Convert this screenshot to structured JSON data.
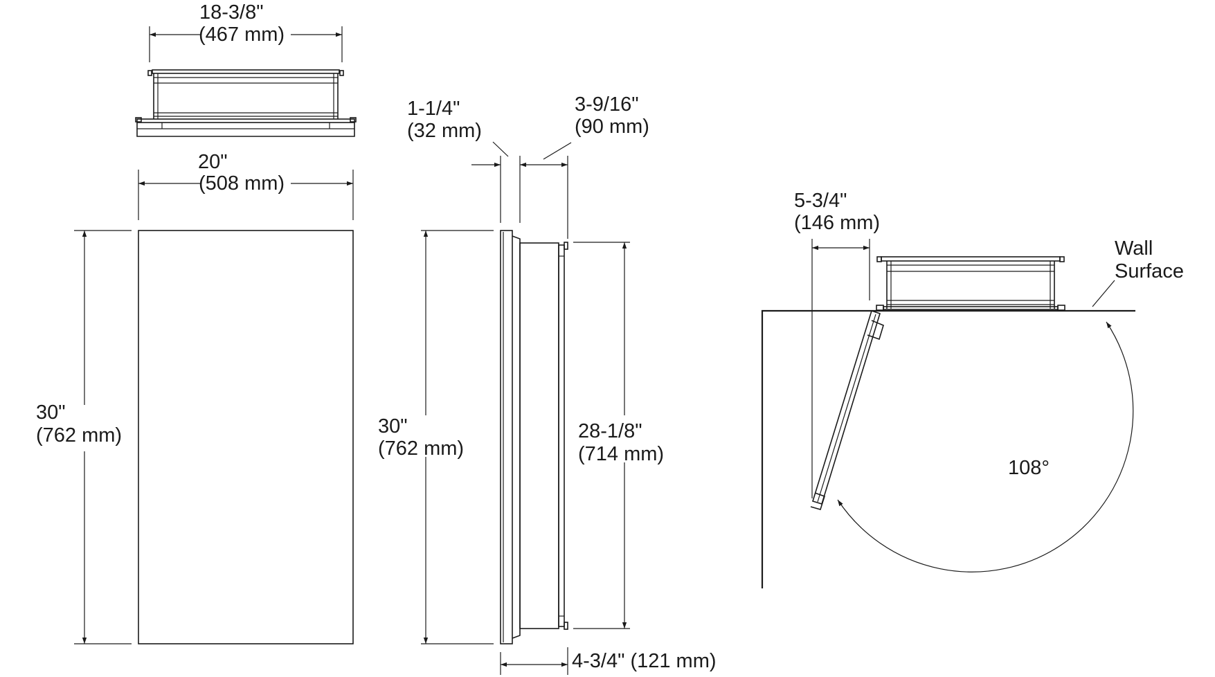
{
  "labels": {
    "top_width_in": "18-3/8\"",
    "top_width_mm": "(467 mm)",
    "front_width_in": "20\"",
    "front_width_mm": "(508 mm)",
    "front_height_in": "30\"",
    "front_height_mm": "(762 mm)",
    "side_flange_in": "1-1/4\"",
    "side_flange_mm": "(32 mm)",
    "side_body_in": "3-9/16\"",
    "side_body_mm": "(90 mm)",
    "side_height_in": "30\"",
    "side_height_mm": "(762 mm)",
    "side_inner_height_in": "28-1/8\"",
    "side_inner_height_mm": "(714 mm)",
    "side_depth": "4-3/4\" (121 mm)",
    "plan_offset_in": "5-3/4\"",
    "plan_offset_mm": "(146 mm)",
    "wall_line1": "Wall",
    "wall_line2": "Surface",
    "door_angle": "108°"
  },
  "colors": {
    "line": "#1a1a1a",
    "background": "#ffffff"
  }
}
